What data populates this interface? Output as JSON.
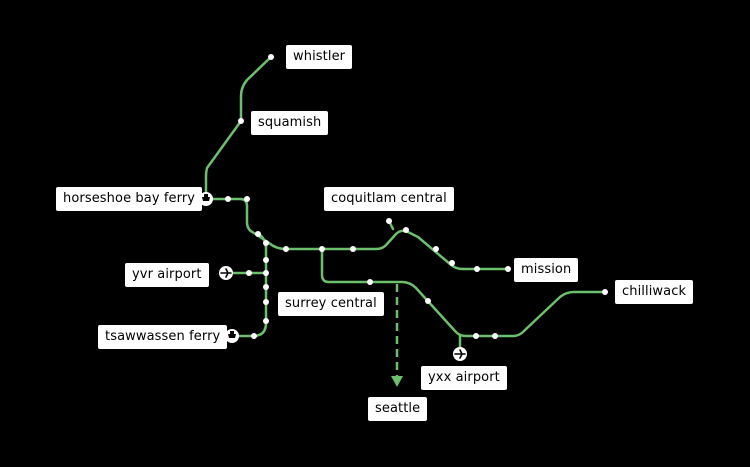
{
  "colors": {
    "background": "#000000",
    "route": "#6cbf6c",
    "node": "#ffffff",
    "label_bg": "#ffffff",
    "label_text": "#000000"
  },
  "stations": {
    "whistler": "whistler",
    "squamish": "squamish",
    "horseshoe_bay_ferry": "horseshoe bay ferry",
    "coquitlam_central": "coquitlam central",
    "mission": "mission",
    "yvr_airport": "yvr airport",
    "surrey_central": "surrey central",
    "chilliwack": "chilliwack",
    "tsawwassen_ferry": "tsawwassen ferry",
    "yxx_airport": "yxx airport",
    "seattle": "seattle"
  },
  "icons": {
    "ferry": "ferry-icon",
    "airport": "airplane-icon"
  }
}
